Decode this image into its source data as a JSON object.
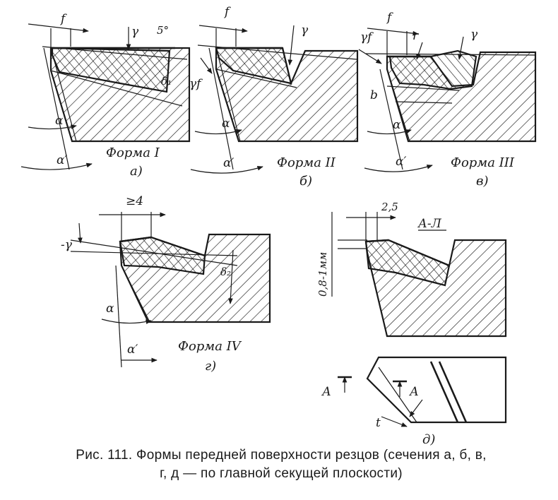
{
  "panels": {
    "a": {
      "form_label": "Форма I",
      "letter": "а)",
      "labels": {
        "f": "f",
        "gamma": "γ",
        "angle": "5°",
        "delta": "δ₁",
        "alpha": "α",
        "alpha_prime": "α′"
      }
    },
    "b": {
      "form_label": "Форма II",
      "letter": "б)",
      "labels": {
        "f": "f",
        "gamma": "γ",
        "gamma_f": "γf",
        "alpha": "α",
        "alpha_prime": "α′"
      }
    },
    "v": {
      "form_label": "Форма III",
      "letter": "в)",
      "labels": {
        "f": "f",
        "gamma_f": "γf",
        "r": "r",
        "gamma": "γ",
        "b": "b",
        "alpha": "α",
        "alpha_prime": "α′"
      }
    },
    "g": {
      "form_label": "Форма IV",
      "letter": "г)",
      "labels": {
        "width": "≥4",
        "neg_gamma": "-γ",
        "delta": "δ₂",
        "alpha": "α",
        "alpha_prime": "α′"
      }
    },
    "d": {
      "letter": "д)",
      "labels": {
        "width": "2,5",
        "section": "А-Л",
        "depth": "0,8-1мм",
        "a_left": "А",
        "a_right": "А",
        "t": "t"
      }
    }
  },
  "caption": {
    "line1": "Рис. 111. Формы передней поверхности резцов (сечения а, б, в,",
    "line2": "г, д — по главной секущей плоскости)"
  }
}
